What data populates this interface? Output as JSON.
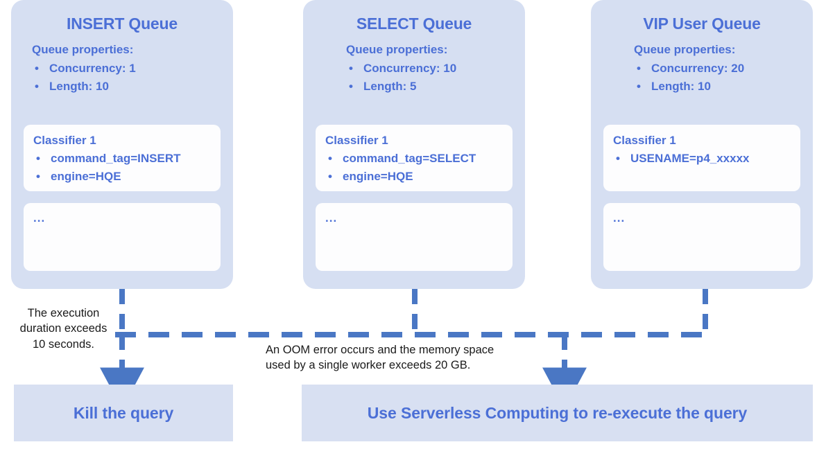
{
  "diagram": {
    "accent_color": "#4b6fd6",
    "card_bg_color": "#d6dff2",
    "inner_bg_color": "#fdfdfe",
    "outcome_bg_color": "#d8e0f2",
    "connector_color": "#4a77c4",
    "label_color": "#1a1a1a"
  },
  "queues": [
    {
      "title": "INSERT Queue",
      "properties_heading": "Queue properties:",
      "properties": [
        "Concurrency: 1",
        "Length: 10"
      ],
      "classifier": {
        "title": "Classifier 1",
        "rules": [
          "command_tag=INSERT",
          "engine=HQE"
        ]
      },
      "more": "..."
    },
    {
      "title": "SELECT Queue",
      "properties_heading": "Queue properties:",
      "properties": [
        "Concurrency: 10",
        "Length: 5"
      ],
      "classifier": {
        "title": "Classifier 1",
        "rules": [
          "command_tag=SELECT",
          "engine=HQE"
        ]
      },
      "more": "..."
    },
    {
      "title": "VIP User Queue",
      "properties_heading": "Queue properties:",
      "properties": [
        "Concurrency: 20",
        "Length: 10"
      ],
      "classifier": {
        "title": "Classifier 1",
        "rules": [
          "USENAME=p4_xxxxx"
        ]
      },
      "more": "..."
    }
  ],
  "bullet": "•",
  "edge_labels": {
    "kill_condition": "The execution\nduration exceeds\n10 seconds.",
    "kill_condition_lines": [
      "The execution",
      "duration exceeds",
      "10 seconds."
    ],
    "oom_condition_lines": [
      "An OOM error occurs and the memory space",
      "used by a single worker exceeds 20 GB."
    ]
  },
  "outcomes": [
    {
      "label": "Kill the query"
    },
    {
      "label": "Use Serverless Computing to re-execute the query"
    }
  ]
}
